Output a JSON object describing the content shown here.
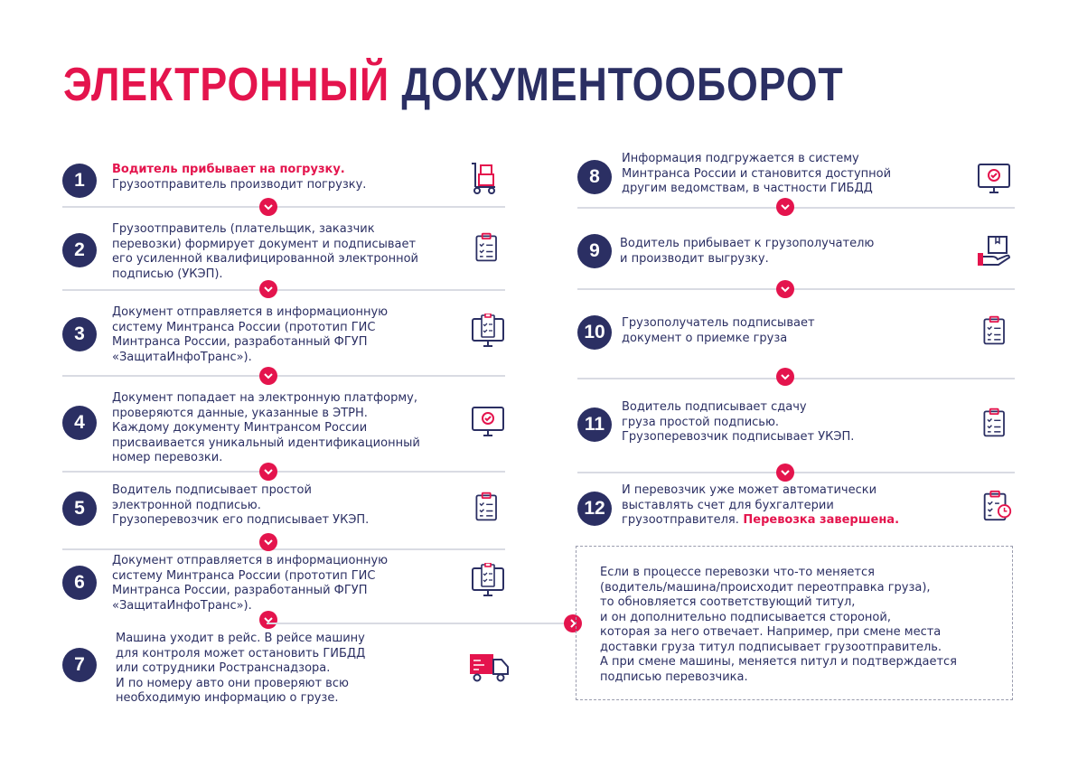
{
  "title": {
    "part1": "ЭЛЕКТРОННЫЙ",
    "part2": "ДОКУМЕНТООБОРОТ"
  },
  "steps": [
    {
      "num": "1",
      "highlight": "Водитель прибывает на погрузку.",
      "text": "Грузоотправитель производит погрузку.",
      "icon": "cart-icon"
    },
    {
      "num": "2",
      "text": "Грузоотправитель (плательщик, заказчик\nперевозки) формирует документ и подписывает\nего усиленной квалифицированной электронной\nподписью (УКЭП).",
      "icon": "clipboard-icon"
    },
    {
      "num": "3",
      "text": "Документ отправляется в информационную\nсистему Минтранса России (прототип ГИС\nМинтранса России, разработанный ФГУП\n«ЗащитаИнфоТранс»).",
      "icon": "monitor-clipboard-icon"
    },
    {
      "num": "4",
      "text": "Документ попадает на электронную платформу,\nпроверяются данные, указанные в ЭТРН.\nКаждому документу Минтрансом России\nприсваивается уникальный идентификационный\nномер перевозки.",
      "icon": "monitor-check-icon"
    },
    {
      "num": "5",
      "text": "Водитель подписывает простой\nэлектронной подписью.\nГрузоперевозчик его подписывает УКЭП.",
      "icon": "clipboard-icon"
    },
    {
      "num": "6",
      "text": "Документ отправляется в информационную\nсистему Минтранса России (прототип ГИС\nМинтранса России, разработанный ФГУП\n«ЗащитаИнфоТранс»).",
      "icon": "monitor-clipboard-icon"
    },
    {
      "num": "7",
      "text": "Машина уходит в рейс. В рейсе машину\nдля контроля может остановить ГИБДД\nили сотрудники Ространснадзора.\nИ по номеру авто они проверяют всю\nнеобходимую информацию о грузе.",
      "icon": "truck-icon"
    },
    {
      "num": "8",
      "text": "Информация подгружается в систему\nМинтранса России и становится доступной\nдругим ведомствам, в частности ГИБДД",
      "icon": "monitor-check-icon"
    },
    {
      "num": "9",
      "text": "Водитель прибывает к грузополучателю\nи производит выгрузку.",
      "icon": "hand-box-icon"
    },
    {
      "num": "10",
      "text": "Грузополучатель подписывает\nдокумент о приемке груза",
      "icon": "clipboard-icon"
    },
    {
      "num": "11",
      "text": "Водитель подписывает сдачу\nгруза простой подписью.\nГрузоперевозчик подписывает УКЭП.",
      "icon": "clipboard-icon"
    },
    {
      "num": "12",
      "text": "И перевозчик уже может автоматически\nвыставлять счет для бухгалтерии\nгрузоотправителя.",
      "highlight_end": " Перевозка завершена.",
      "icon": "clipboard-clock-icon"
    }
  ],
  "note": "Если в процессе перевозки что-то меняется\n(водитель/машина/происходит переотправка груза),\nто обновляется соответствующий титул,\nи он дополнительно подписывается стороной,\nкоторая за него отвечает. Например, при смене места\nдоставки груза титул подписывает грузоотправитель.\nА при смене машины, меняется nитул и подтверждается\nподписью перевозчика.",
  "colors": {
    "accent": "#e4144d",
    "navy": "#2b2f63",
    "divider": "#d9dbe3"
  }
}
